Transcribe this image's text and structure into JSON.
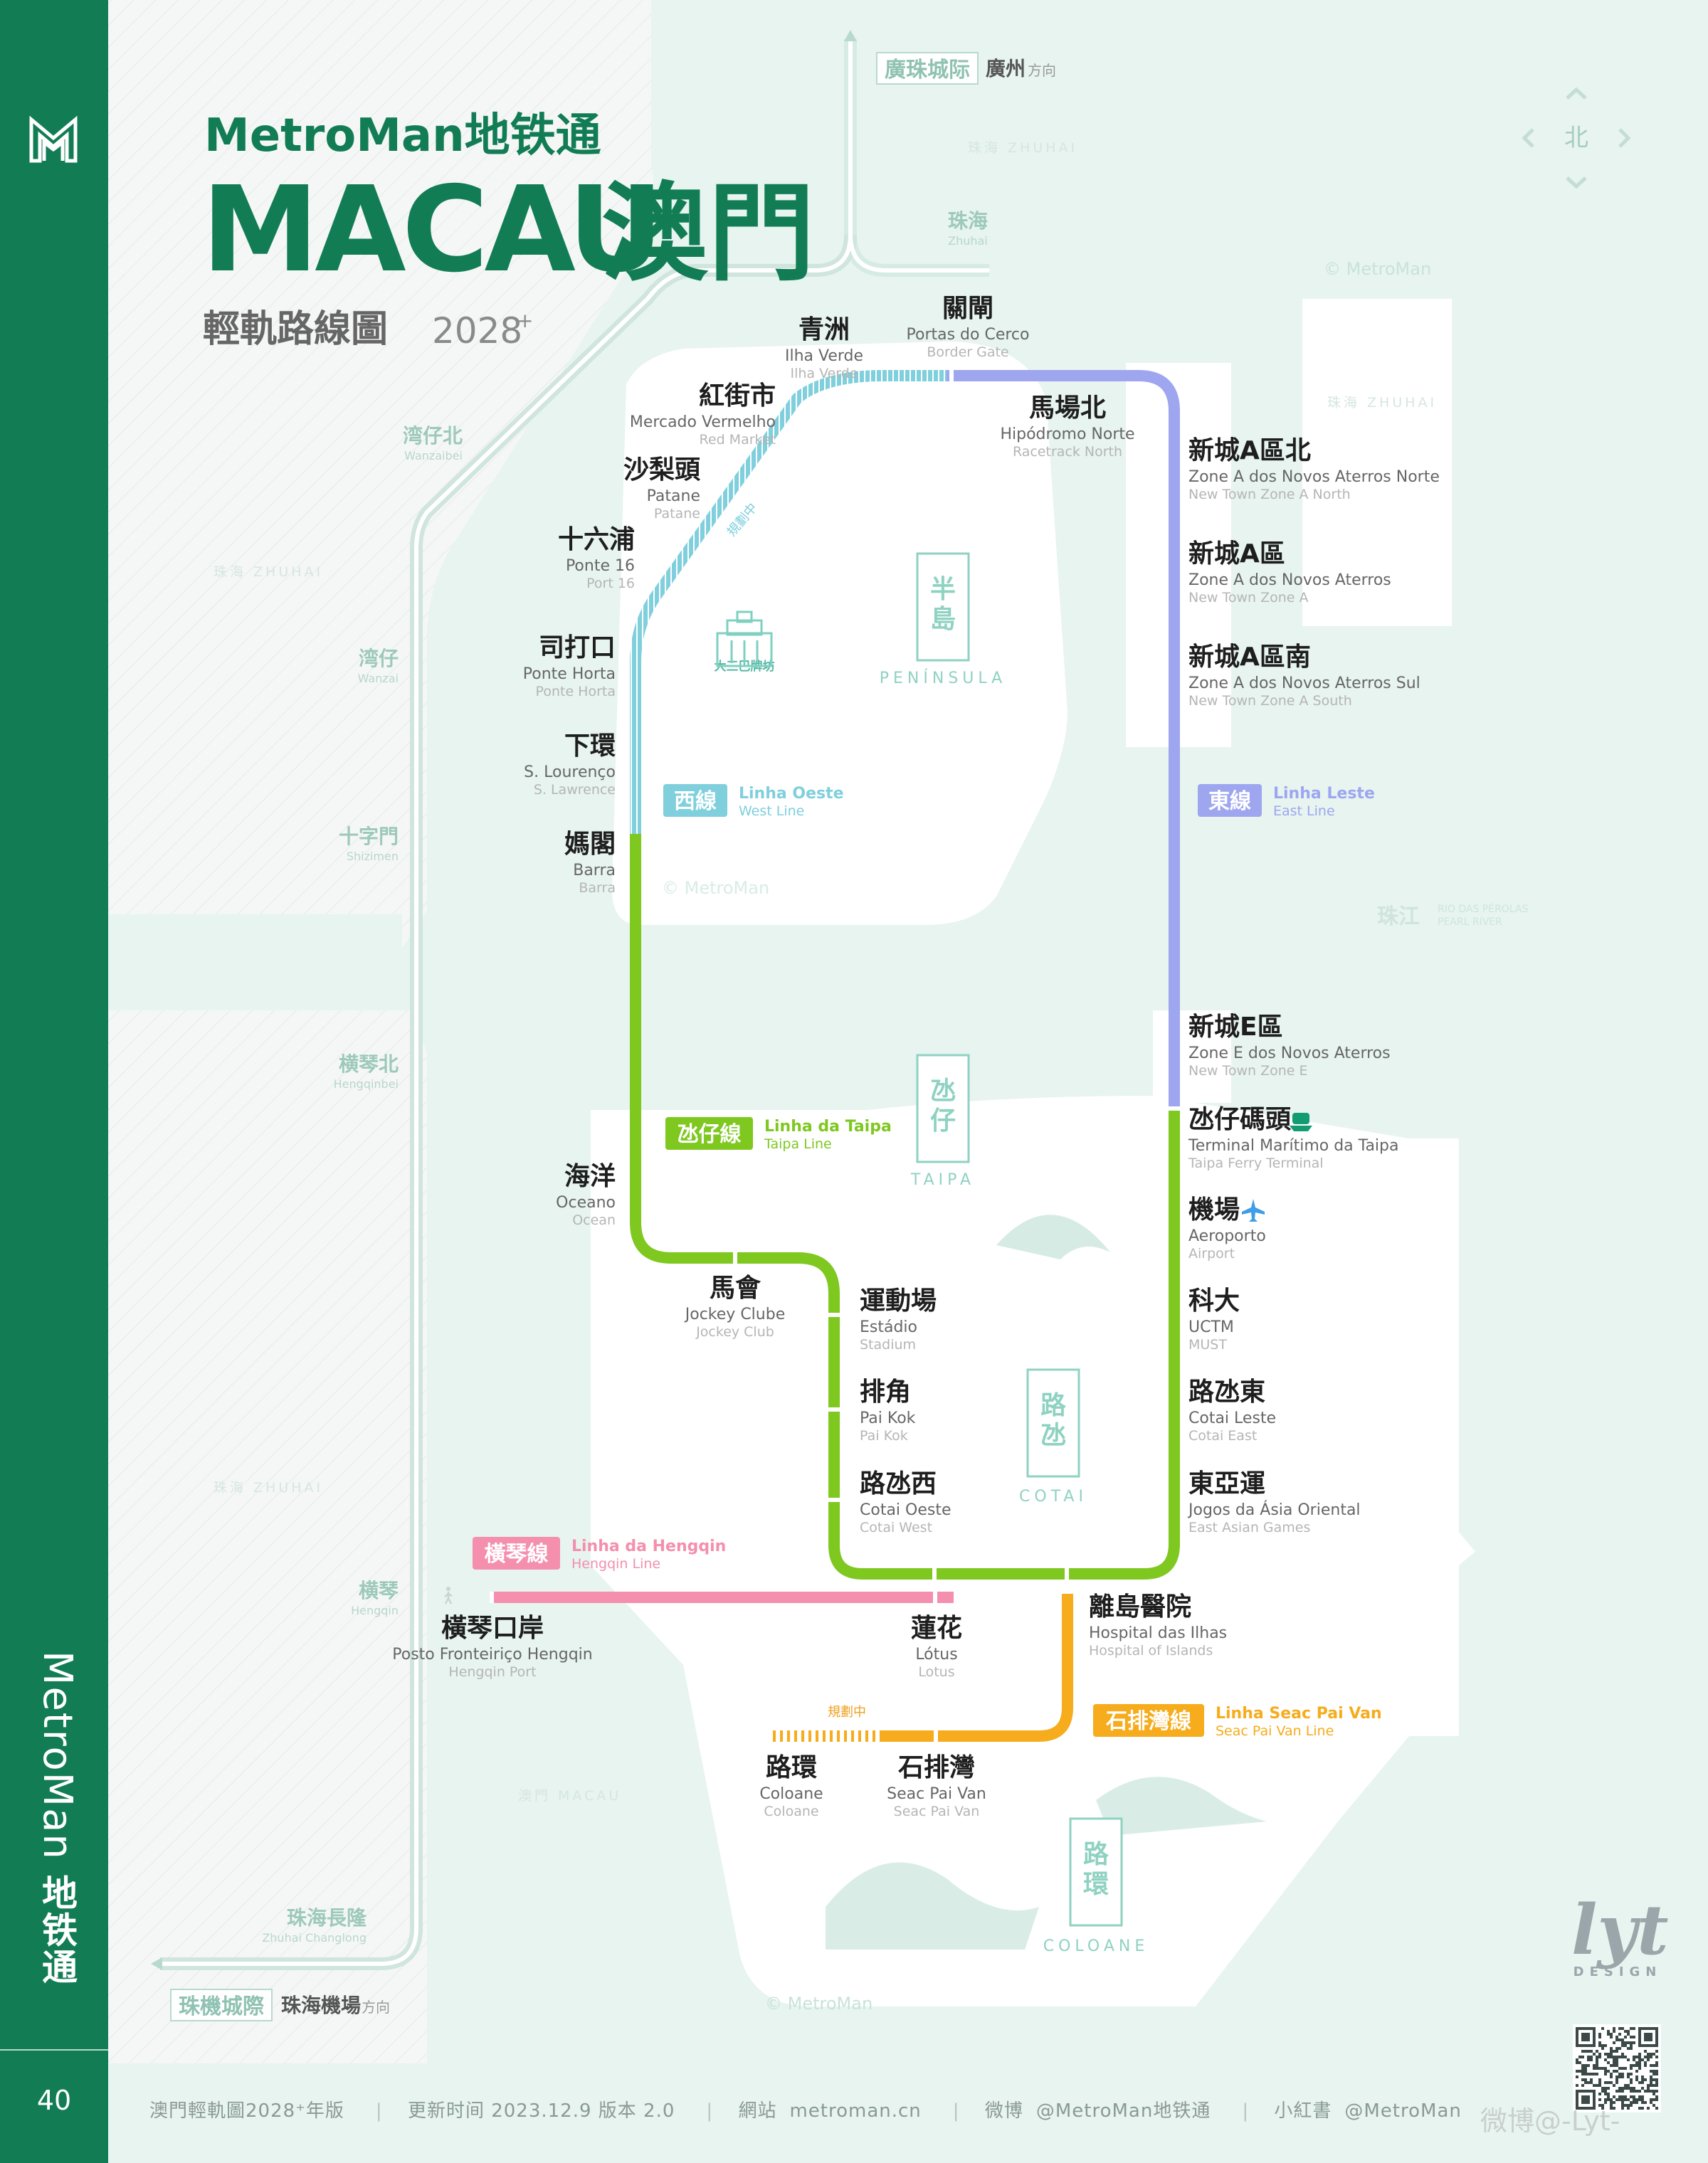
{
  "header": {
    "brand": "MetroMan地铁通",
    "city_en": "MACAU",
    "city_zh": "澳門",
    "subtitle": "輕軌路線圖",
    "year": "2028",
    "year_sup": "+"
  },
  "compass": {
    "north": "北"
  },
  "sidebar": {
    "brand_en": "MetroMan",
    "brand_zh": "地铁通",
    "page_number": "40"
  },
  "footer": {
    "edition": "澳門輕軌圖2028⁺年版",
    "updated": "更新时间 2023.12.9 版本 2.0",
    "website_label": "網站",
    "website": "metroman.cn",
    "weibo_label": "微博",
    "weibo": "@MetroMan地铁通",
    "xhs_label": "小紅書",
    "xhs": "@MetroMan"
  },
  "design_mark": {
    "logo": "lyt",
    "tag": "DESIGN"
  },
  "social_watermark": "微博@-Lyt-",
  "copyright": "© MetroMan",
  "colors": {
    "brand": "#127d55",
    "west": "#7fcfdd",
    "east": "#9ea6f0",
    "taipa": "#7ec820",
    "hengqin": "#f48fae",
    "seac_pai_van": "#f6ac1c",
    "rail": "#c7e4dd",
    "land": "#f4f6f5",
    "water": "#e5f3ef"
  },
  "lines": [
    {
      "id": "west",
      "zh": "西線",
      "pt": "Linha Oeste",
      "en": "West Line",
      "color": "#7fcfdd"
    },
    {
      "id": "east",
      "zh": "東線",
      "pt": "Linha Leste",
      "en": "East Line",
      "color": "#9ea6f0"
    },
    {
      "id": "taipa",
      "zh": "氹仔線",
      "pt": "Linha da Taipa",
      "en": "Taipa Line",
      "color": "#7ec820"
    },
    {
      "id": "hengqin",
      "zh": "橫琴線",
      "pt": "Linha da Hengqin",
      "en": "Hengqin Line",
      "color": "#f48fae"
    },
    {
      "id": "spv",
      "zh": "石排灣線",
      "pt": "Linha Seac Pai Van",
      "en": "Seac Pai Van Line",
      "color": "#f6ac1c"
    }
  ],
  "under_planning": "規劃中",
  "stations": [
    {
      "id": "guanzha",
      "zh": "關閘",
      "pt": "Portas do Cerco",
      "en": "Border Gate"
    },
    {
      "id": "qingzhou",
      "zh": "青洲",
      "pt": "Ilha Verde",
      "en": "Ilha Verde"
    },
    {
      "id": "hongjie",
      "zh": "紅街市",
      "pt": "Mercado Vermelho",
      "en": "Red Market"
    },
    {
      "id": "shalitou",
      "zh": "沙梨頭",
      "pt": "Patane",
      "en": "Patane"
    },
    {
      "id": "shiliupu",
      "zh": "十六浦",
      "pt": "Ponte 16",
      "en": "Port 16"
    },
    {
      "id": "sidakou",
      "zh": "司打口",
      "pt": "Ponte Horta",
      "en": "Ponte Horta"
    },
    {
      "id": "xiahuan",
      "zh": "下環",
      "pt": "S. Lourenço",
      "en": "S. Lawrence"
    },
    {
      "id": "mage",
      "zh": "媽閣",
      "pt": "Barra",
      "en": "Barra"
    },
    {
      "id": "machangbei",
      "zh": "馬場北",
      "pt": "Hipódromo Norte",
      "en": "Racetrack North"
    },
    {
      "id": "zab",
      "zh": "新城A區北",
      "pt": "Zone A dos Novos Aterros Norte",
      "en": "New Town Zone A North"
    },
    {
      "id": "za",
      "zh": "新城A區",
      "pt": "Zone A dos Novos Aterros",
      "en": "New Town Zone A"
    },
    {
      "id": "zan",
      "zh": "新城A區南",
      "pt": "Zone A dos Novos Aterros Sul",
      "en": "New Town Zone A South"
    },
    {
      "id": "ze",
      "zh": "新城E區",
      "pt": "Zone E dos Novos Aterros",
      "en": "New Town Zone E"
    },
    {
      "id": "taipaferry",
      "zh": "氹仔碼頭",
      "pt": "Terminal Marítimo da Taipa",
      "en": "Taipa Ferry Terminal"
    },
    {
      "id": "airport",
      "zh": "機場",
      "pt": "Aeroporto",
      "en": "Airport"
    },
    {
      "id": "must",
      "zh": "科大",
      "pt": "UCTM",
      "en": "MUST"
    },
    {
      "id": "cotaieast",
      "zh": "路氹東",
      "pt": "Cotai Leste",
      "en": "Cotai East"
    },
    {
      "id": "eastasian",
      "zh": "東亞運",
      "pt": "Jogos da Ásia Oriental",
      "en": "East Asian Games"
    },
    {
      "id": "oceano",
      "zh": "海洋",
      "pt": "Oceano",
      "en": "Ocean"
    },
    {
      "id": "jockey",
      "zh": "馬會",
      "pt": "Jockey Clube",
      "en": "Jockey Club"
    },
    {
      "id": "estadio",
      "zh": "運動場",
      "pt": "Estádio",
      "en": "Stadium"
    },
    {
      "id": "paikok",
      "zh": "排角",
      "pt": "Pai Kok",
      "en": "Pai Kok"
    },
    {
      "id": "cotaiwest",
      "zh": "路氹西",
      "pt": "Cotai Oeste",
      "en": "Cotai West"
    },
    {
      "id": "lotus",
      "zh": "蓮花",
      "pt": "Lótus",
      "en": "Lotus"
    },
    {
      "id": "hqport",
      "zh": "橫琴口岸",
      "pt": "Posto Fronteiriço Hengqin",
      "en": "Hengqin Port"
    },
    {
      "id": "hospital",
      "zh": "離島醫院",
      "pt": "Hospital das Ilhas",
      "en": "Hospital of Islands"
    },
    {
      "id": "spv",
      "zh": "石排灣",
      "pt": "Seac Pai Van",
      "en": "Seac Pai Van"
    },
    {
      "id": "coloane",
      "zh": "路環",
      "pt": "Coloane",
      "en": "Coloane"
    }
  ],
  "intercity": {
    "line_north": "廣珠城际",
    "dest_north": "廣州",
    "direction": "方向",
    "line_south": "珠機城際",
    "dest_south": "珠海機場",
    "stations": [
      {
        "zh": "珠海",
        "en": "Zhuhai"
      },
      {
        "zh": "湾仔北",
        "en": "Wanzaibei"
      },
      {
        "zh": "湾仔",
        "en": "Wanzai"
      },
      {
        "zh": "十字門",
        "en": "Shizimen"
      },
      {
        "zh": "横琴北",
        "en": "Hengqinbei"
      },
      {
        "zh": "横琴",
        "en": "Hengqin"
      },
      {
        "zh": "珠海長隆",
        "en": "Zhuhai Changlong"
      }
    ]
  },
  "areas": [
    {
      "zh": "半島",
      "en": "PENÍNSULA"
    },
    {
      "zh": "氹仔",
      "en": "TAIPA"
    },
    {
      "zh": "路氹",
      "en": "COTAI"
    },
    {
      "zh": "路環",
      "en": "COLOANE"
    }
  ],
  "landmark": "大三巴牌坊",
  "regions": [
    "珠海 ZHUHAI",
    "珠海 ZHUHAI",
    "珠海 ZHUHAI",
    "珠海 ZHUHAI",
    "澳門 MACAU"
  ],
  "river": {
    "zh": "珠江",
    "pt": "RIO DAS PÉROLAS",
    "en": "PEARL RIVER"
  }
}
